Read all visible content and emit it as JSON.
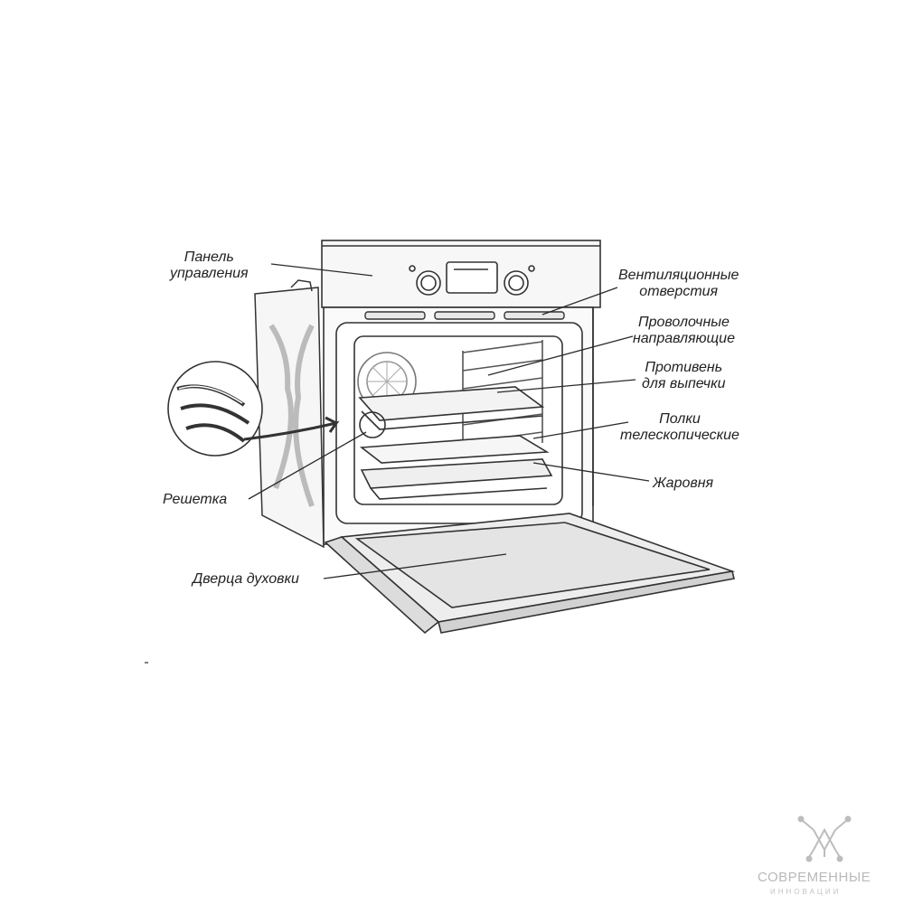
{
  "labels": {
    "control_panel": [
      "Панель",
      "управления"
    ],
    "vents": [
      "Вентиляционные",
      "отверстия"
    ],
    "wire_guides": [
      "Проволочные",
      "направляющие"
    ],
    "baking_tray": [
      "Противень",
      "для выпечки"
    ],
    "telescopic": [
      "Полки",
      "телескопические"
    ],
    "roaster": "Жаровня",
    "grill": "Решетка",
    "door": "Дверца духовки"
  },
  "watermark": {
    "line1": "СОВРЕМЕННЫЕ",
    "line2": "ИННОВАЦИИ"
  },
  "colors": {
    "stroke": "#333333",
    "panel_fill": "#f5f5f5",
    "door_fill": "#e6e6e6",
    "leader": "#2b2b2b",
    "watermark": "#bdbdbd"
  }
}
